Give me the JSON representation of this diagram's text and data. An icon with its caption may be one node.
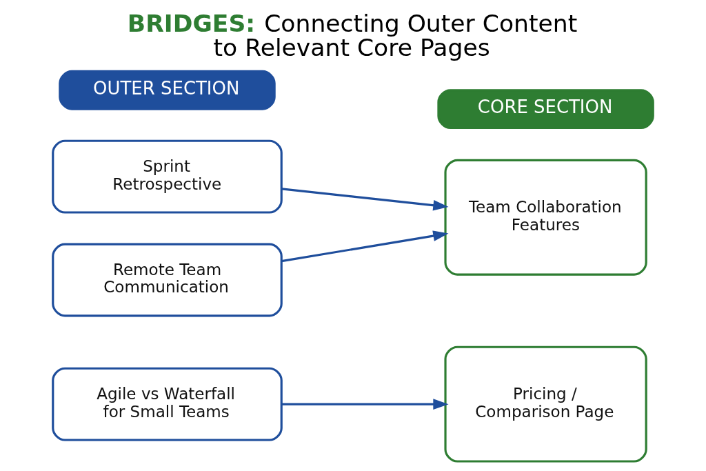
{
  "diagram": {
    "title": "**BRIDGES:** Connecting Outer Content to Relevant Core Pages",
    "nodes": [
      {
        "text": [
          "OUTER SECTION"
        ]
      },
      {
        "text": [
          "CORE SECTION"
        ]
      },
      {
        "text": [
          "Sprint Retrospective"
        ]
      },
      {
        "text": [
          "Remote Team Communication"
        ]
      },
      {
        "text": [
          "Agile vs Waterfall for Small Teams"
        ]
      },
      {
        "text": [
          "Team Collaboration Features"
        ]
      },
      {
        "text": [
          "Pricing / Comparison Page"
        ]
      }
    ],
    "edges": [
      {
        "from": 2,
        "to": 5,
        "arrow": "to"
      },
      {
        "from": 3,
        "to": 5,
        "arrow": "to"
      },
      {
        "from": 4,
        "to": 6,
        "arrow": "to"
      }
    ]
  }
}
